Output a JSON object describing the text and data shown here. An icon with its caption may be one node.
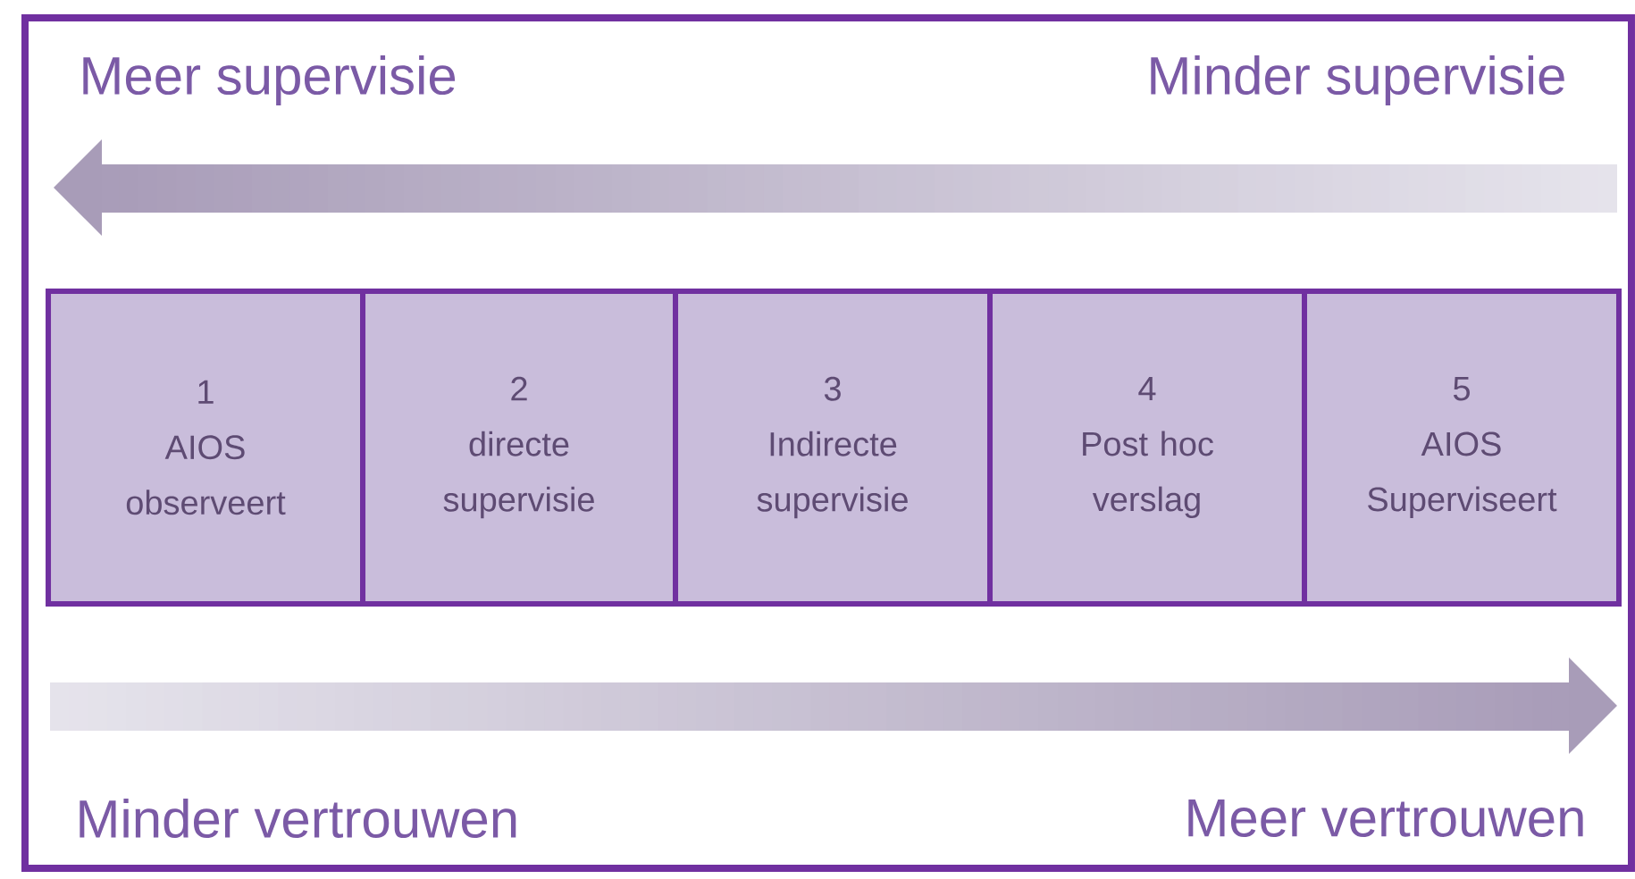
{
  "diagram": {
    "nodes": [
      {
        "text": [
          "1",
          "AIOS observeert"
        ]
      },
      {
        "text": [
          "2",
          "directe supervisie"
        ]
      },
      {
        "text": [
          "3",
          "Indirecte supervisie"
        ]
      },
      {
        "text": [
          "4",
          "Post hoc verslag"
        ]
      },
      {
        "text": [
          "5",
          "AIOS Superviseert"
        ]
      }
    ],
    "labels": [
      "Meer supervisie",
      "Minder supervisie",
      "Minder vertrouwen",
      "Meer vertrouwen"
    ]
  }
}
